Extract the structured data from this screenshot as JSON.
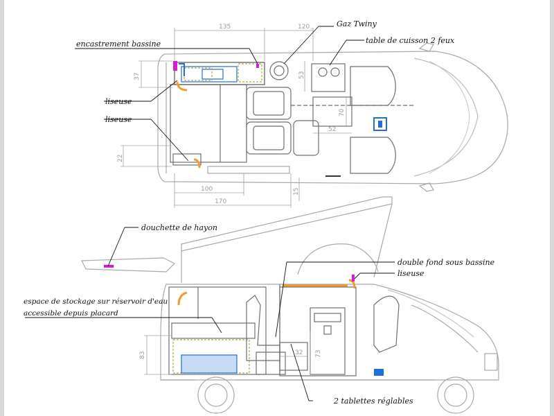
{
  "labels": {
    "encastrement": "encastrement bassine",
    "gaz": "Gaz Twiny",
    "table_cuisson": "table de cuisson 2 feux",
    "liseuse_1": "liseuse",
    "liseuse_2": "liseuse",
    "douchette": "douchette de hayon",
    "double_fond": "double fond sous bassine",
    "liseuse_3": "liseuse",
    "stockage_1": "espace de stockage sur réservoir d'eau",
    "stockage_2": "accessible depuis placard",
    "tablettes": "2 tablettes réglables"
  },
  "dimensions": {
    "d135": "135",
    "d120": "120",
    "d37": "37",
    "d53": "53",
    "d70": "70",
    "d52": "52",
    "d22": "22",
    "d100": "100",
    "d170": "170",
    "d15": "15",
    "d83": "83",
    "d32": "32",
    "d73": "73"
  },
  "colors": {
    "outline": "#9e9e9e",
    "furniture": "#7a7a7a",
    "orange": "#f39a2a",
    "magenta": "#d21fd2",
    "blue": "#1e6fd6",
    "olive": "#b8a53a"
  }
}
